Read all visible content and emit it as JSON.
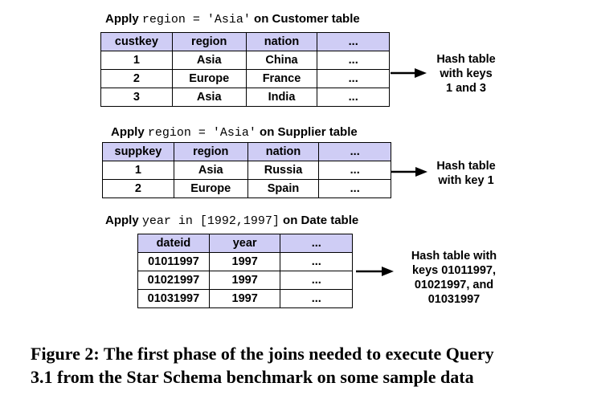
{
  "customer": {
    "title_pre": "Apply ",
    "title_code": "region = 'Asia'",
    "title_post": " on Customer table",
    "headers": [
      "custkey",
      "region",
      "nation",
      "..."
    ],
    "rows": [
      [
        "1",
        "Asia",
        "China",
        "..."
      ],
      [
        "2",
        "Europe",
        "France",
        "..."
      ],
      [
        "3",
        "Asia",
        "India",
        "..."
      ]
    ],
    "result": [
      "Hash table",
      "with keys",
      "1 and 3"
    ]
  },
  "supplier": {
    "title_pre": "Apply ",
    "title_code": "region = 'Asia'",
    "title_post": " on Supplier table",
    "headers": [
      "suppkey",
      "region",
      "nation",
      "..."
    ],
    "rows": [
      [
        "1",
        "Asia",
        "Russia",
        "..."
      ],
      [
        "2",
        "Europe",
        "Spain",
        "..."
      ]
    ],
    "result": [
      "Hash table",
      "with key 1"
    ]
  },
  "date": {
    "title_pre": "Apply ",
    "title_code": "year in [1992,1997]",
    "title_post": " on Date table",
    "headers": [
      "dateid",
      "year",
      "..."
    ],
    "rows": [
      [
        "01011997",
        "1997",
        "..."
      ],
      [
        "01021997",
        "1997",
        "..."
      ],
      [
        "01031997",
        "1997",
        "..."
      ]
    ],
    "result": [
      "Hash table with",
      "keys 01011997,",
      "01021997, and",
      "01031997"
    ]
  },
  "caption": {
    "line1": "Figure 2: The first phase of the joins needed to execute Query",
    "line2": "3.1 from the Star Schema benchmark on some sample data"
  }
}
